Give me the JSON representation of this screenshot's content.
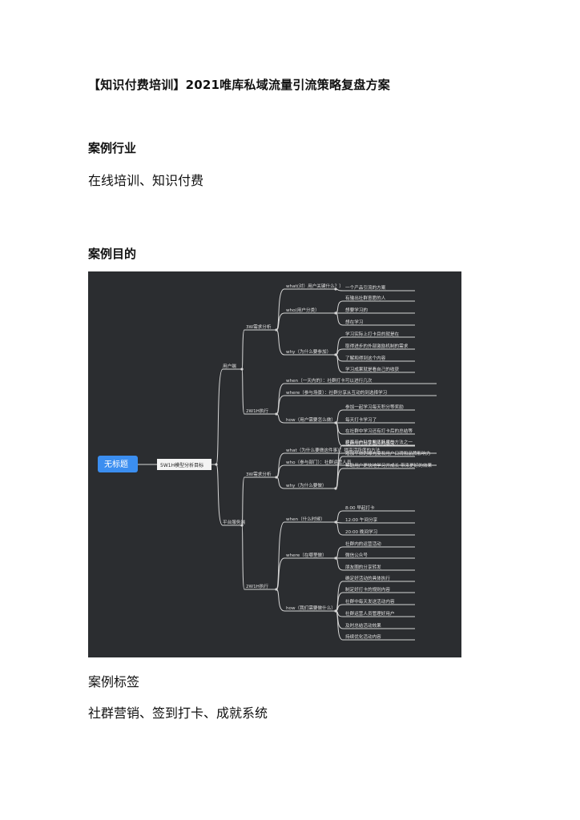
{
  "title": "【知识付费培训】2021唯库私域流量引流策略复盘方案",
  "sections": {
    "industry_heading": "案例行业",
    "industry_text": "在线培训、知识付费",
    "purpose_heading": "案例目的",
    "tags_heading": "案例标签",
    "tags_text": "社群营销、签到打卡、成就系统"
  },
  "mindmap": {
    "root": "无标题",
    "center": "5W1H模型分析目标",
    "branches": [
      {
        "label": "用户端",
        "groups": [
          {
            "label": "3W需求分析",
            "items": [
              {
                "label": "what(对）用户关键什么？）",
                "children": [
                  "一个产品引流的方案"
                ]
              },
              {
                "label": "who(用户分类）",
                "children": [
                  "有输出社群意愿的人",
                  "想要学习的",
                  "想在学习"
                ]
              },
              {
                "label": "why（为什么要参加）",
                "children": [
                  "学习实际上打卡目的就是在",
                  "取得进步的外部激励机制的需求",
                  "了解和得到这个内容",
                  "学习成果就是看自己的收获"
                ]
              }
            ]
          },
          {
            "label": "2W1H执行",
            "items": [
              {
                "label": "when（一天内的）：社群打卡可以进行几次",
                "children": []
              },
              {
                "label": "where（参与场景）：社群分享从互动的到选择学习",
                "children": []
              },
              {
                "label": "how（用户需要怎么做）",
                "children": [
                  "参加一起学习每天积分等奖励",
                  "每天打卡学习了",
                  "在社群中学习还有打卡后的总结等",
                  "社群中的分享图片的感受"
                ]
              }
            ]
          }
        ]
      },
      {
        "label": "平台服务端",
        "groups": [
          {
            "label": "3W需求分析",
            "items": [
              {
                "label": "what（为什么要做这件事）：提高活跃度的方法",
                "children": []
              },
              {
                "label": "who（参与部门）：社群运营人员",
                "children": []
              },
              {
                "label": "why（为什么要做）",
                "children": [
                  "提高用户粘性和活跃度的方法之一",
                  "增加平台的曝光度和用户口碑和品牌影响力",
                  "帮助用户更快地学习并成长 带来更好的效果"
                ]
              }
            ]
          },
          {
            "label": "2W1H执行",
            "items": [
              {
                "label": "when（什么时候）",
                "children": [
                  "8:00 早起打卡",
                  "12:00 午间分享",
                  "20:00 晚间学习"
                ]
              },
              {
                "label": "where（在哪里做）",
                "children": [
                  "社群内的运营活动",
                  "微信公众号",
                  "朋友圈的分享转发"
                ]
              },
              {
                "label": "how（我们需要做什么）",
                "children": [
                  "确定好活动的具体执行",
                  "制定好打卡的规则内容",
                  "社群中每天发送活动内容",
                  "社群运营人员管理好用户",
                  "及时总结活动效果",
                  "持续优化活动内容"
                ]
              }
            ]
          }
        ]
      }
    ]
  }
}
